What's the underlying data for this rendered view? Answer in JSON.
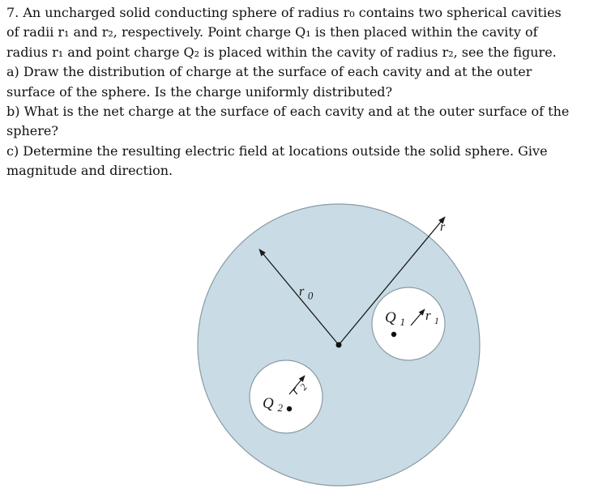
{
  "problem": {
    "lines": [
      "7. An uncharged solid conducting sphere of radius r₀ contains two spherical cavities",
      "of radii r₁ and r₂, respectively. Point charge Q₁ is then placed within the cavity of",
      "radius r₁ and point charge Q₂ is placed within the cavity of radius r₂, see the figure.",
      "a) Draw the distribution of charge at the surface of each cavity and at the outer",
      "surface of the sphere. Is the charge uniformly distributed?",
      "b) What is the net charge at the surface of each cavity and at the outer surface of the",
      "sphere?",
      "c) Determine the resulting electric field at locations outside the solid sphere. Give",
      "magnitude and direction."
    ]
  },
  "figure": {
    "labels": {
      "r_outer": "r",
      "r0_main": "r",
      "r0_sub": "0",
      "q1_main": "Q",
      "q1_sub": "1",
      "r1_main": "r",
      "r1_sub": "1",
      "q2_main": "Q",
      "q2_sub": "2",
      "r2_main": "r",
      "r2_sub": "2"
    },
    "colors": {
      "sphere_fill": "#c9dce6",
      "cavity_fill": "#ffffff",
      "outline": "#8a9aa3",
      "arrow": "#1a1a1a",
      "charge_dot": "#111111"
    }
  }
}
